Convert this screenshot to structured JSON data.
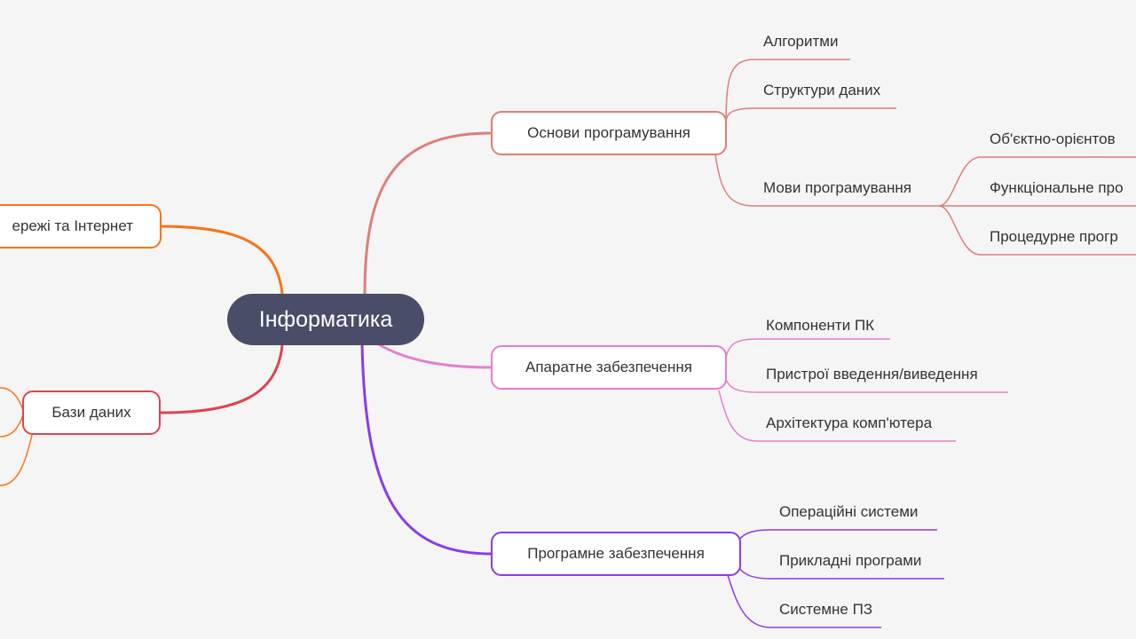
{
  "root": {
    "label": "Інформатика"
  },
  "colors": {
    "background": "#f5f5f5",
    "root_fill": "#4a4d68",
    "programming": "#dc7f79",
    "hardware": "#e47fd0",
    "software": "#8a3ce6",
    "networks": "#f97316",
    "databases": "#e0424f"
  },
  "branches": {
    "programming": {
      "label": "Основи програмування",
      "children": [
        "Алгоритми",
        "Структури даних",
        "Мови програмування"
      ],
      "languages": [
        "Об'єктно-орієнтов",
        "Функціональне про",
        "Процедурне прогр"
      ]
    },
    "hardware": {
      "label": "Апаратне забезпечення",
      "children": [
        "Компоненти ПК",
        "Пристрої введення/виведення",
        "Архітектура комп'ютера"
      ]
    },
    "software": {
      "label": "Програмне забезпечення",
      "children": [
        "Операційні системи",
        "Прикладні програми",
        "Системне ПЗ"
      ]
    },
    "networks": {
      "label": "ережі та Інтернет"
    },
    "databases": {
      "label": "Бази даних"
    }
  }
}
